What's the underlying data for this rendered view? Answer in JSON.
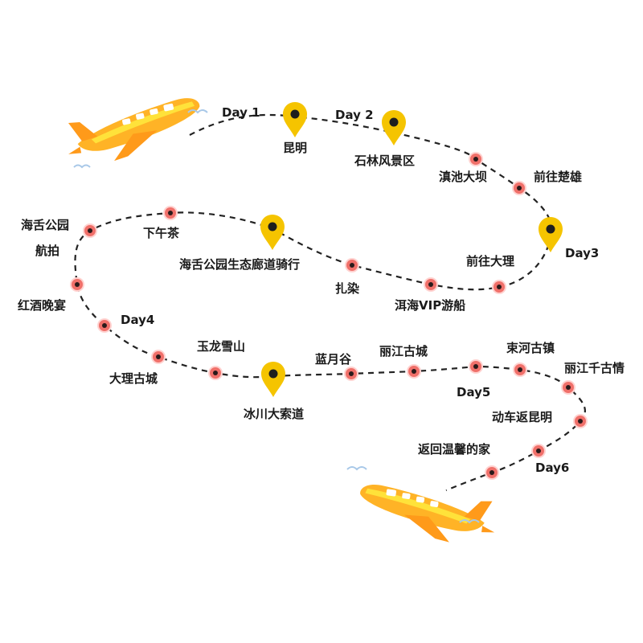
{
  "days": [
    "Day 1",
    "Day 2",
    "Day3",
    "Day4",
    "Day5",
    "Day6"
  ],
  "stops": [
    "昆明",
    "石林风景区",
    "滇池大坝",
    "前往楚雄",
    "前往大理",
    "洱海VIP游船",
    "扎染",
    "海舌公园生态廊道骑行",
    "下午茶",
    "海舌公园",
    "航拍",
    "红酒晚宴",
    "大理古城",
    "玉龙雪山",
    "冰川大索道",
    "蓝月谷",
    "丽江古城",
    "束河古镇",
    "丽江千古情",
    "动车返昆明",
    "返回温馨的家"
  ],
  "colors": {
    "route": "#222222",
    "pin": "#f5c400",
    "stop_dot": "#f0706a",
    "plane_body": "#ffb326",
    "plane_stripe": "#ffe23a"
  }
}
